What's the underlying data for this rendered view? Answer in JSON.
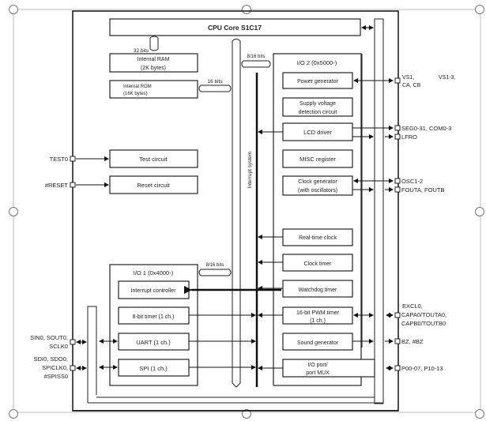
{
  "diagram": {
    "title": "CPU Core S1C17",
    "bus_labels": {
      "ram_bus": "32 bits",
      "rom_bus": "16 bits",
      "io2_bus": "8/16 bits",
      "io1_bus": "8/16 bits",
      "interrupt": "Interrupt system"
    },
    "memory": {
      "ram": [
        "Internal RAM",
        "(2K bytes)"
      ],
      "rom": [
        "Internal ROM",
        "(16K bytes)"
      ]
    },
    "left_blocks": {
      "test": "Test circuit",
      "reset": "Reset circuit"
    },
    "io1": {
      "title": "I/O 1 (0x4000-)",
      "blocks": [
        "Interrupt controller",
        "8-bit timer (1 ch.)",
        "UART (1 ch.)",
        "SPI (1 ch.)"
      ]
    },
    "io2": {
      "title": "I/O 2 (0x5000-)",
      "blocks": [
        [
          "Power generator"
        ],
        [
          "Supply voltage",
          "detection circuit"
        ],
        [
          "LCD driver"
        ],
        [
          "MISC register"
        ],
        [
          "Clock generator",
          "(with oscillators)"
        ],
        [
          "Real-time clock"
        ],
        [
          "Clock timer"
        ],
        [
          "Watchdog timer"
        ],
        [
          "16-bit PWM timer",
          "(1 ch.)"
        ],
        [
          "Sound generator"
        ],
        [
          "I/O port/",
          "port MUX"
        ]
      ]
    },
    "pins_left": {
      "test": "TEST0",
      "reset": "#RESET",
      "uart": [
        "SIN0, SOUT0,",
        "SCLK0"
      ],
      "spi": [
        "SDI0, SDO0,",
        "SPICLK0,",
        "#SPISS0"
      ]
    },
    "pins_right": {
      "power": [
        "VS1,",
        "CA, CB"
      ],
      "power_extra": "VS1-3,",
      "lcd": "SEG0-31, COM0-3",
      "lfro": "LFRO",
      "osc": "OSC1-2",
      "fout": "FOUTA, FOUTB",
      "pwm": [
        "EXCL0,",
        "CAPA0/TOUTA0,",
        "CAPB0/TOUTB0"
      ],
      "buzzer": "BZ, #BZ",
      "ports": "P00-07, P10-13"
    }
  }
}
